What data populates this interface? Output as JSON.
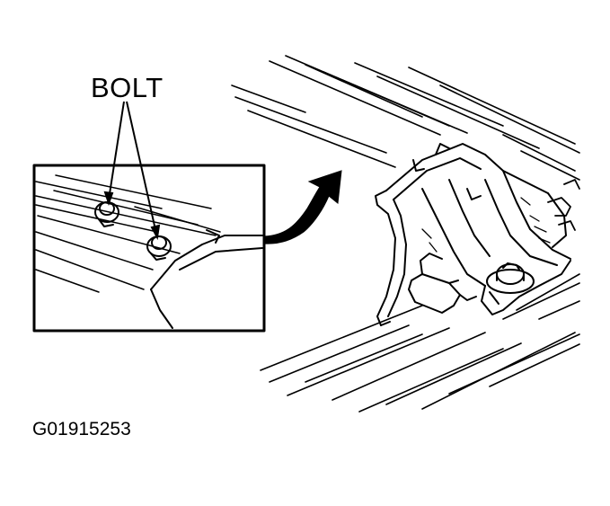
{
  "callout": {
    "bolt_label": "BOLT"
  },
  "figure": {
    "id": "G01915253"
  },
  "colors": {
    "ink": "#000000",
    "paper": "#ffffff"
  },
  "icons": [
    "bolt-callout-arrows",
    "detail-pointer-arrow"
  ]
}
